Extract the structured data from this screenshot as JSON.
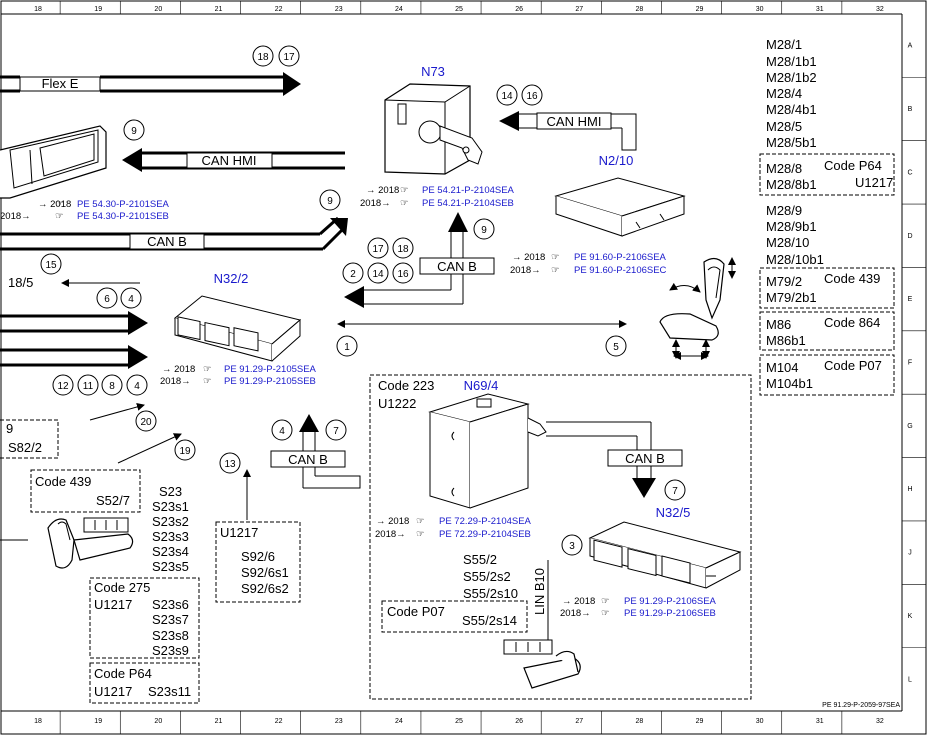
{
  "frame": {
    "col_numbers": [
      "18",
      "19",
      "20",
      "21",
      "22",
      "23",
      "24",
      "25",
      "26",
      "27",
      "28",
      "29",
      "30",
      "31",
      "32"
    ],
    "row_letters": [
      "A",
      "B",
      "C",
      "D",
      "E",
      "F",
      "G",
      "H",
      "J",
      "K",
      "L"
    ],
    "doc_ref": "PE 91.29-P-2059-97SEA"
  },
  "components": {
    "n73": "N73",
    "n2_10": "N2/10",
    "n32_2": "N32/2",
    "n69_4": "N69/4",
    "n32_5": "N32/5"
  },
  "bus_labels": {
    "flex_e": "Flex E",
    "can_hmi_top": "CAN HMI",
    "can_hmi_left": "CAN HMI",
    "can_b_left": "CAN B",
    "can_b_center": "CAN B",
    "can_b_lower": "CAN B",
    "can_b_right": "CAN B",
    "lin_b10": "LIN B10"
  },
  "pointer_labels": {
    "s18_5": "18/5"
  },
  "references": {
    "year_prefix": "→2018",
    "year_suffix": "2018→",
    "pe_54_30_a": "PE 54.30-P-2101SEA",
    "pe_54_30_b": "PE 54.30-P-2101SEB",
    "pe_54_21_a": "PE 54.21-P-2104SEA",
    "pe_54_21_b": "PE 54.21-P-2104SEB",
    "pe_91_60_a": "PE 91.60-P-2106SEA",
    "pe_91_60_b": "PE 91.60-P-2106SEC",
    "pe_91_29_2105_a": "PE 91.29-P-2105SEA",
    "pe_91_29_2105_b": "PE 91.29-P-2105SEB",
    "pe_72_29_a": "PE 72.29-P-2104SEA",
    "pe_72_29_b": "PE 72.29-P-2104SEB",
    "pe_91_29_2106_a": "PE 91.29-P-2106SEA",
    "pe_91_29_2106_b": "PE 91.29-P-2106SEB"
  },
  "circle_numbers": {
    "c18": "18",
    "c17": "17",
    "c14a": "14",
    "c16a": "16",
    "c9a": "9",
    "c9b": "9",
    "c9c": "9",
    "c17b": "17",
    "c18b": "18",
    "c2": "2",
    "c14b": "14",
    "c16b": "16",
    "c15": "15",
    "c6": "6",
    "c4a": "4",
    "c1": "1",
    "c5": "5",
    "c12": "12",
    "c11": "11",
    "c8": "8",
    "c4b": "4",
    "c20": "20",
    "c19": "19",
    "c13": "13",
    "c4c": "4",
    "c7a": "7",
    "c7b": "7",
    "c3": "3"
  },
  "right_panel": {
    "m28_group": [
      "M28/1",
      "M28/1b1",
      "M28/1b2",
      "M28/4",
      "M28/4b1",
      "M28/5",
      "M28/5b1"
    ],
    "p64_box": {
      "items": [
        "M28/8",
        "M28/8b1"
      ],
      "code": "Code P64",
      "sub": "U1217"
    },
    "m28_group2": [
      "M28/9",
      "M28/9b1",
      "M28/10",
      "M28/10b1"
    ],
    "box_439": {
      "items": [
        "M79/2",
        "M79/2b1"
      ],
      "code": "Code 439"
    },
    "box_864": {
      "items": [
        "M86",
        "M86b1"
      ],
      "code": "Code 864"
    },
    "box_p07": {
      "items": [
        "M104",
        "M104b1"
      ],
      "code": "Code P07"
    }
  },
  "left_blocks": {
    "box_s82": {
      "nine": "9",
      "label": "S82/2"
    },
    "box_439": {
      "code": "Code 439",
      "label": "S52/7"
    },
    "s23_list": [
      "S23",
      "S23s1",
      "S23s2",
      "S23s3",
      "S23s4",
      "S23s5"
    ],
    "box_275": {
      "code": "Code 275",
      "sub": "U1217",
      "items": [
        "S23s6",
        "S23s7",
        "S23s8",
        "S23s9"
      ]
    },
    "box_p64": {
      "code": "Code P64",
      "sub": "U1217",
      "item": "S23s11"
    },
    "box_u1217": {
      "code": "U1217",
      "items": [
        "S92/6",
        "S92/6s1",
        "S92/6s2"
      ]
    }
  },
  "center_box": {
    "code": "Code 223",
    "sub": "U1222",
    "s55_list": [
      "S55/2",
      "S55/2s2",
      "S55/2s10"
    ],
    "p07_code": "Code P07",
    "p07_item": "S55/2s14"
  }
}
